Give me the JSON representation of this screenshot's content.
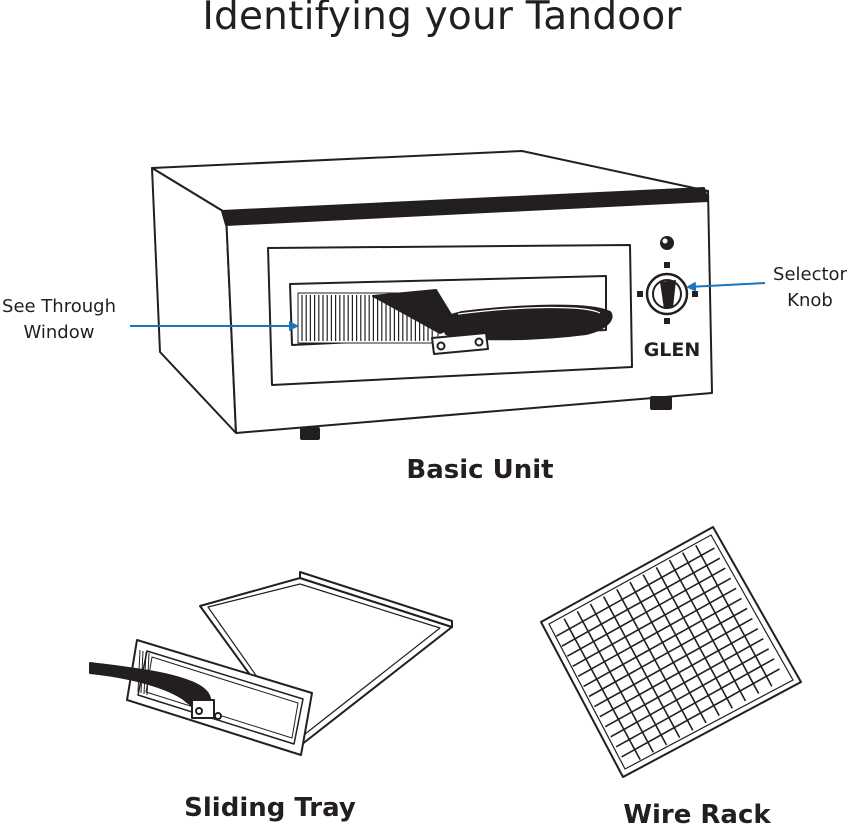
{
  "title": "Identifying your Tandoor",
  "labels": {
    "window": [
      "See Through",
      "Window"
    ],
    "knob": [
      "Selector",
      "Knob"
    ]
  },
  "brand": "GLEN",
  "captions": {
    "basic_unit": "Basic Unit",
    "sliding_tray": "Sliding Tray",
    "wire_rack": "Wire Rack"
  },
  "colors": {
    "outline": "#231f20",
    "arrow": "#1a75bb"
  }
}
